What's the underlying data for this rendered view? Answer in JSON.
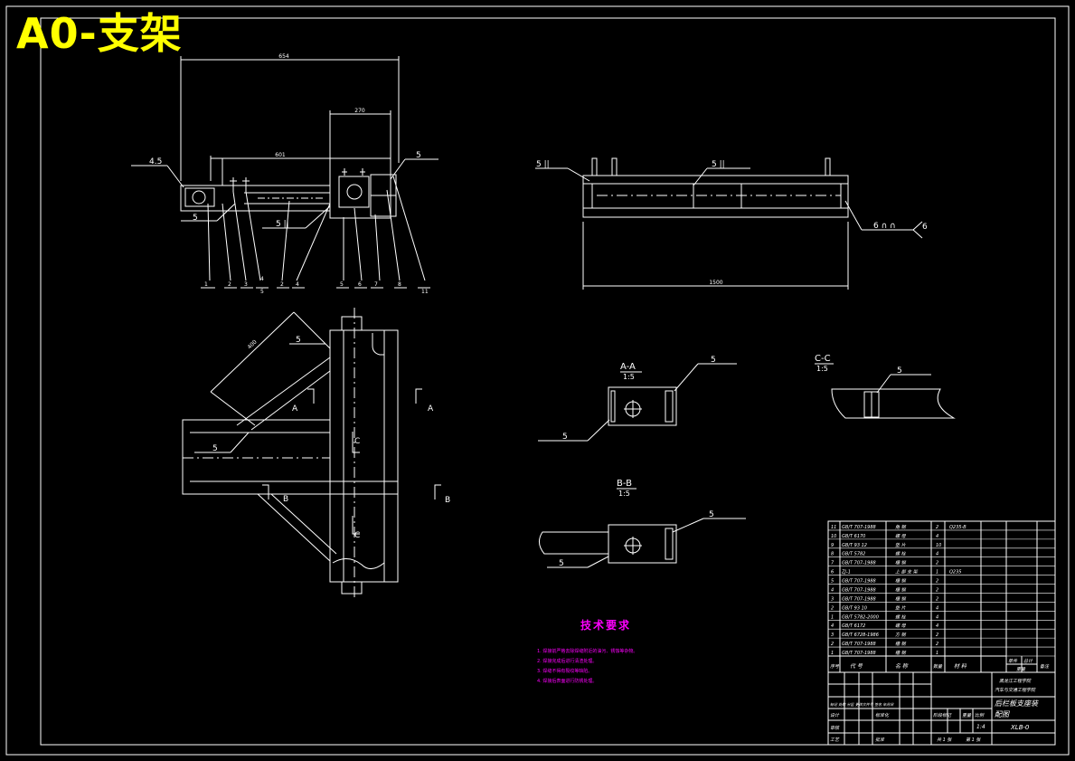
{
  "stamp": {
    "text": "A0-支架"
  },
  "views": {
    "top": {
      "dims": {
        "overall": "654",
        "offset": "270",
        "inner": "601"
      },
      "welds": {
        "left": "4.5",
        "bottom_left": "5",
        "bottom": "5 ||",
        "top_right": "5"
      }
    },
    "front": {
      "dims": {
        "length": "1500"
      },
      "welds": {
        "left": "5 ||",
        "middle": "5 ||",
        "right_label": "6",
        "right_sym": "6 ∩ ∩"
      }
    },
    "side": {
      "dims": {
        "diag": "400"
      },
      "welds": {
        "upper": "5",
        "lower": "5"
      },
      "markers": {
        "A": "A",
        "B": "B",
        "C": "C"
      }
    },
    "section_aa": {
      "title": "A-A",
      "scale": "1:5",
      "weld_top": "5",
      "weld_bottom": "5"
    },
    "section_bb": {
      "title": "B-B",
      "scale": "1:5",
      "weld_top": "5",
      "weld_bottom": "5"
    },
    "section_cc": {
      "title": "C-C",
      "scale": "1:5",
      "weld": "5"
    }
  },
  "balloons": [
    "1",
    "2",
    "3",
    "4",
    "5",
    "2",
    "4",
    "5",
    "6",
    "7",
    "8",
    "11"
  ],
  "tech": {
    "title": "技术要求",
    "items": [
      "1. 焊接前严格去除焊缝附近的油污、锈蚀等杂物。",
      "2. 焊接完成后进行清渣处理。",
      "3. 焊缝不得有裂纹等缺陷。",
      "4. 焊接后表面进行防锈处理。"
    ]
  },
  "bom": {
    "rows": [
      {
        "no": "11",
        "code": "GB/T 707-1988",
        "name": "角 钢",
        "qty": "2",
        "material": "Q235-B"
      },
      {
        "no": "10",
        "code": "GB/T 6170",
        "name": "螺 母",
        "qty": "4",
        "material": ""
      },
      {
        "no": "9",
        "code": "GB/T 93 12",
        "name": "垫 片",
        "qty": "10",
        "material": ""
      },
      {
        "no": "8",
        "code": "GB/T 5782",
        "name": "螺 栓",
        "qty": "4",
        "material": ""
      },
      {
        "no": "7",
        "code": "GB/T 707-1988",
        "name": "槽 钢",
        "qty": "2",
        "material": ""
      },
      {
        "no": "6",
        "code": "ZJ-1",
        "name": "上 部 支 架",
        "qty": "1",
        "material": "Q235"
      },
      {
        "no": "5",
        "code": "GB/T 707-1988",
        "name": "槽 钢",
        "qty": "2",
        "material": ""
      },
      {
        "no": "4",
        "code": "GB/T 707-1988",
        "name": "槽 钢",
        "qty": "2",
        "material": ""
      },
      {
        "no": "3",
        "code": "GB/T 707-1988",
        "name": "槽 钢",
        "qty": "2",
        "material": ""
      },
      {
        "no": "2",
        "code": "GB/T 93 10",
        "name": "垫 片",
        "qty": "4",
        "material": ""
      },
      {
        "no": "1",
        "code": "GB/T 5782-2000",
        "name": "螺 栓",
        "qty": "4",
        "material": ""
      },
      {
        "no": "4",
        "code": "GB/T 6172",
        "name": "螺 母",
        "qty": "4",
        "material": ""
      },
      {
        "no": "3",
        "code": "GB/T 6728-1986",
        "name": "方 钢",
        "qty": "2",
        "material": ""
      },
      {
        "no": "2",
        "code": "GB/T 707-1988",
        "name": "槽 钢",
        "qty": "2",
        "material": ""
      },
      {
        "no": "1",
        "code": "GB/T 707-1988",
        "name": "槽 钢",
        "qty": "1",
        "material": ""
      }
    ],
    "header": {
      "no": "序号",
      "code": "代 号",
      "name": "名 称",
      "qty": "数量",
      "material": "材 料",
      "unit_weight": "单件",
      "total_weight": "总计",
      "weight": "重量",
      "remark": "备注"
    },
    "title_block": {
      "school_1": "黑龙江工程学院",
      "school_2": "汽车与交通工程学院",
      "drawing_name": "后栏板支座装",
      "drawing_name_2": "配图",
      "drawing_no": "XLB-0",
      "stage": "阶段标记",
      "weight": "重量",
      "scale_label": "比例",
      "scale_value": "1:4",
      "sheets_total": "共 1 张",
      "sheet_no": "第 1 张",
      "designer": "设计",
      "checker": "审核",
      "process": "工艺",
      "std": "标准化",
      "approve": "批准",
      "sign_row": "标记 处数 分区 更改文件号 签名 年月日"
    }
  },
  "colors": {
    "line": "#ffffff",
    "stamp": "#ffff00",
    "tech": "#ff00ff",
    "background": "#000000"
  }
}
